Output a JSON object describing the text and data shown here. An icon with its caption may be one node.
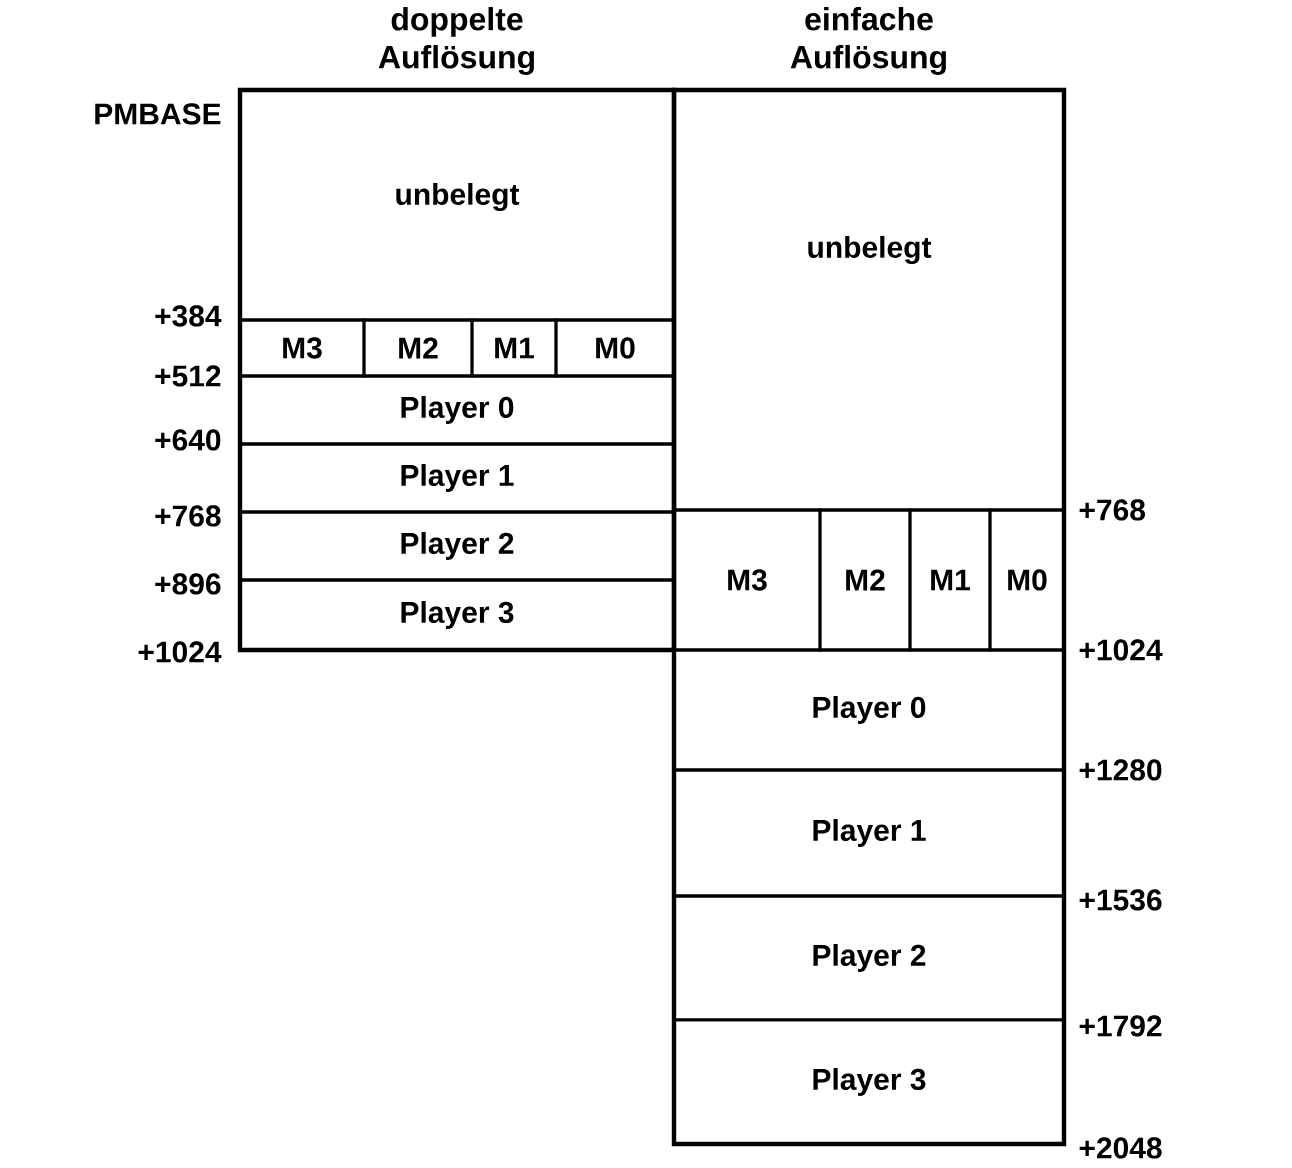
{
  "diagram": {
    "nodes": [
      {
        "text": [
          "doppelte Auflösung"
        ]
      },
      {
        "text": [
          "unbelegt"
        ],
        "in": 0
      },
      {
        "text": [
          "M3"
        ],
        "in": 0
      },
      {
        "text": [
          "M2"
        ],
        "in": 0
      },
      {
        "text": [
          "M1"
        ],
        "in": 0
      },
      {
        "text": [
          "M0"
        ],
        "in": 0
      },
      {
        "text": [
          "Player 0"
        ],
        "in": 0
      },
      {
        "text": [
          "Player 1"
        ],
        "in": 0
      },
      {
        "text": [
          "Player 2"
        ],
        "in": 0
      },
      {
        "text": [
          "Player 3"
        ],
        "in": 0
      },
      {
        "text": [
          "einfache Auflösung"
        ]
      },
      {
        "text": [
          "unbelegt"
        ],
        "in": 10
      },
      {
        "text": [
          "M3"
        ],
        "in": 10
      },
      {
        "text": [
          "M2"
        ],
        "in": 10
      },
      {
        "text": [
          "M1"
        ],
        "in": 10
      },
      {
        "text": [
          "M0"
        ],
        "in": 10
      },
      {
        "text": [
          "Player 0"
        ],
        "in": 10
      },
      {
        "text": [
          "Player 1"
        ],
        "in": 10
      },
      {
        "text": [
          "Player 2"
        ],
        "in": 10
      },
      {
        "text": [
          "Player 3"
        ],
        "in": 10
      }
    ],
    "edges": [],
    "labels": [
      "PMBASE",
      "+384",
      "+512",
      "+640",
      "+768",
      "+896",
      "+1024",
      "+768",
      "+1024",
      "+1280",
      "+1536",
      "+1792",
      "+2048"
    ]
  }
}
